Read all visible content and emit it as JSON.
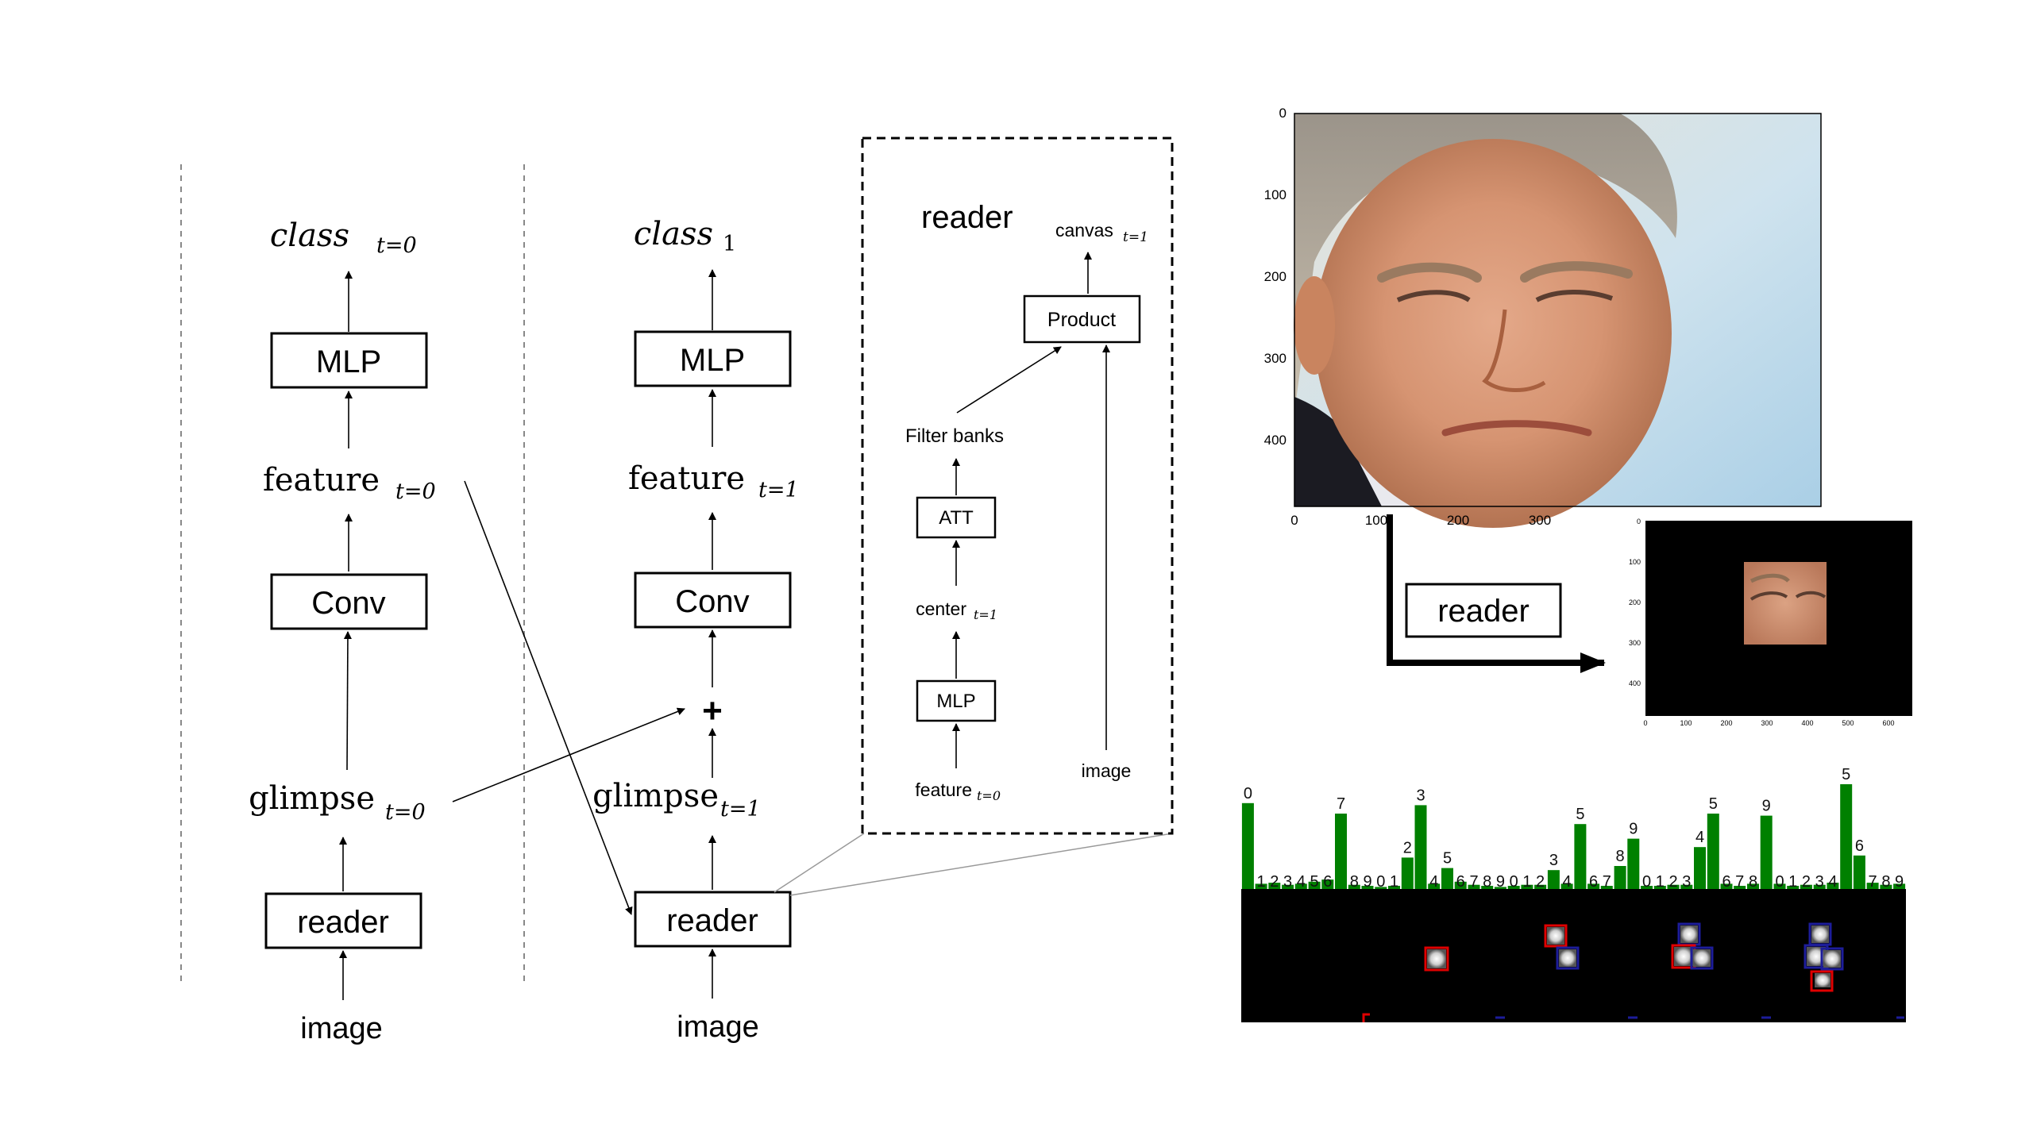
{
  "colors": {
    "accent_green": "#008000",
    "highlight_red": "#e00000",
    "highlight_blue": "#1d1d9a"
  },
  "left_column": {
    "output": "class",
    "output_sub": "t=0",
    "mlp": "MLP",
    "feature": "feature",
    "feature_sub": "t=0",
    "conv": "Conv",
    "glimpse": "glimpse",
    "glimpse_sub": "t=0",
    "reader": "reader",
    "input": "image"
  },
  "middle_column": {
    "output": "class",
    "output_sub": "1",
    "mlp": "MLP",
    "feature": "feature",
    "feature_sub": "t=1",
    "conv": "Conv",
    "plus": "+",
    "glimpse": "glimpse",
    "glimpse_sub": "t=1",
    "reader": "reader",
    "input": "image"
  },
  "reader_detail": {
    "title": "reader",
    "canvas": "canvas",
    "canvas_sub": "t=1",
    "product": "Product",
    "filter_banks": "Filter banks",
    "att": "ATT",
    "center": "center",
    "center_sub": "t=1",
    "mlp": "MLP",
    "feature": "feature",
    "feature_sub": "t=0",
    "image": "image"
  },
  "face_plot": {
    "y_ticks": [
      "0",
      "100",
      "200",
      "300",
      "400"
    ],
    "x_ticks": [
      "0",
      "100",
      "200",
      "300"
    ]
  },
  "crop_plot": {
    "y_ticks": [
      "0",
      "100",
      "200",
      "300",
      "400"
    ],
    "x_ticks": [
      "0",
      "100",
      "200",
      "300",
      "400",
      "500",
      "600"
    ]
  },
  "reader_arrow_label": "reader",
  "digit_chart": {
    "groups": [
      {
        "top": "0",
        "digits": [
          "0",
          "1",
          "2",
          "3",
          "4",
          "5",
          "6",
          "7",
          "8",
          "9"
        ],
        "heights": [
          0.82,
          0.05,
          0.06,
          0.04,
          0.05,
          0.07,
          0.09,
          0.72,
          0.04,
          0.03
        ]
      },
      {
        "top": "3",
        "digits": [
          "0",
          "1",
          "2",
          "3",
          "4",
          "5",
          "6",
          "7",
          "8",
          "9"
        ],
        "heights": [
          0.02,
          0.03,
          0.3,
          0.8,
          0.05,
          0.2,
          0.07,
          0.04,
          0.03,
          0.02
        ]
      },
      {
        "top": "5",
        "digits": [
          "0",
          "1",
          "2",
          "3",
          "4",
          "5",
          "6",
          "7",
          "8",
          "9"
        ],
        "heights": [
          0.03,
          0.04,
          0.04,
          0.18,
          0.05,
          0.62,
          0.05,
          0.03,
          0.22,
          0.48
        ]
      },
      {
        "top": "5",
        "digits": [
          "0",
          "1",
          "2",
          "3",
          "4",
          "5",
          "6",
          "7",
          "8",
          "9"
        ],
        "heights": [
          0.03,
          0.03,
          0.04,
          0.04,
          0.4,
          0.72,
          0.05,
          0.03,
          0.05,
          0.7
        ]
      },
      {
        "top": "5",
        "digits": [
          "0",
          "1",
          "2",
          "3",
          "4",
          "5",
          "6",
          "7",
          "8",
          "9"
        ],
        "heights": [
          0.05,
          0.03,
          0.04,
          0.04,
          0.06,
          1.0,
          0.32,
          0.06,
          0.04,
          0.05
        ]
      }
    ]
  }
}
